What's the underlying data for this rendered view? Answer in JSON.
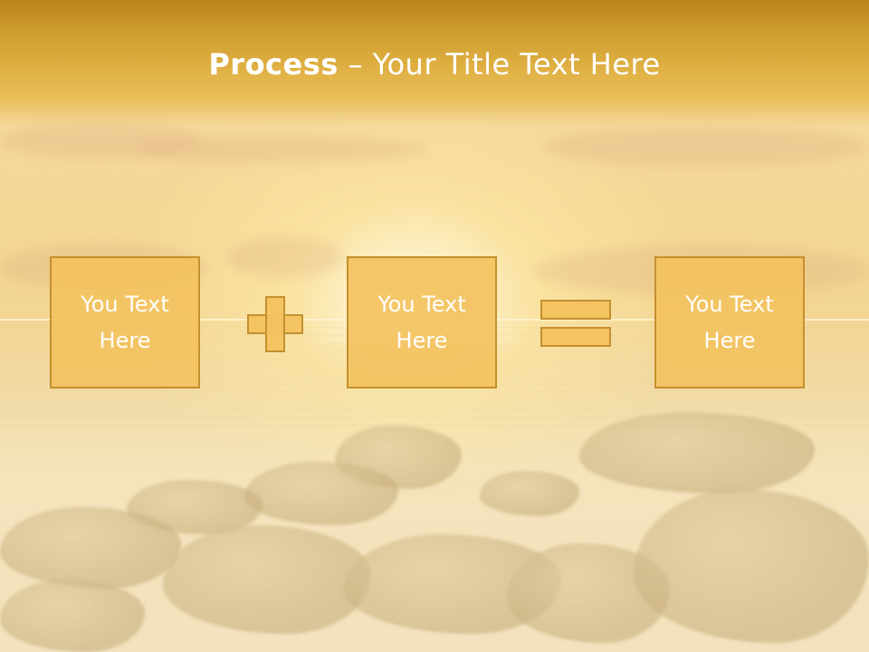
{
  "slide": {
    "title_bold": "Process",
    "title_separator": " – ",
    "title_rest": "Your Title Text Here"
  },
  "boxes": [
    {
      "line1": "You Text",
      "line2": "Here"
    },
    {
      "line1": "You Text",
      "line2": "Here"
    },
    {
      "line1": "You Text",
      "line2": "Here"
    }
  ],
  "operators": [
    "plus-icon",
    "equals-icon"
  ],
  "colors": {
    "header": "#cf9c2f",
    "box_fill": "#f3c260",
    "box_border": "#c5902f",
    "text": "#ffffff"
  }
}
